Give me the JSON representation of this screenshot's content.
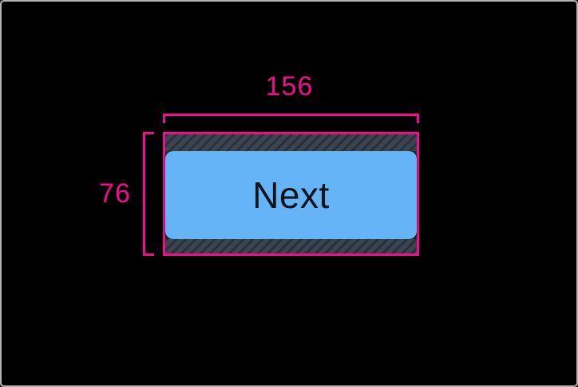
{
  "overlay": {
    "width_label": "156",
    "height_label": "76",
    "width_value": 156,
    "height_value": 76
  },
  "button": {
    "label": "Next"
  },
  "colors": {
    "background": "#000000",
    "measurement_pink": "#F20D8E",
    "button_blue": "#64B4F7",
    "button_text": "#0F141A",
    "padding_hatch_base": "#3C4450",
    "padding_hatch_stripe": "#2A303A",
    "bounds_inner_bg": "#252B33",
    "frame_border": "#B4B4B4"
  }
}
